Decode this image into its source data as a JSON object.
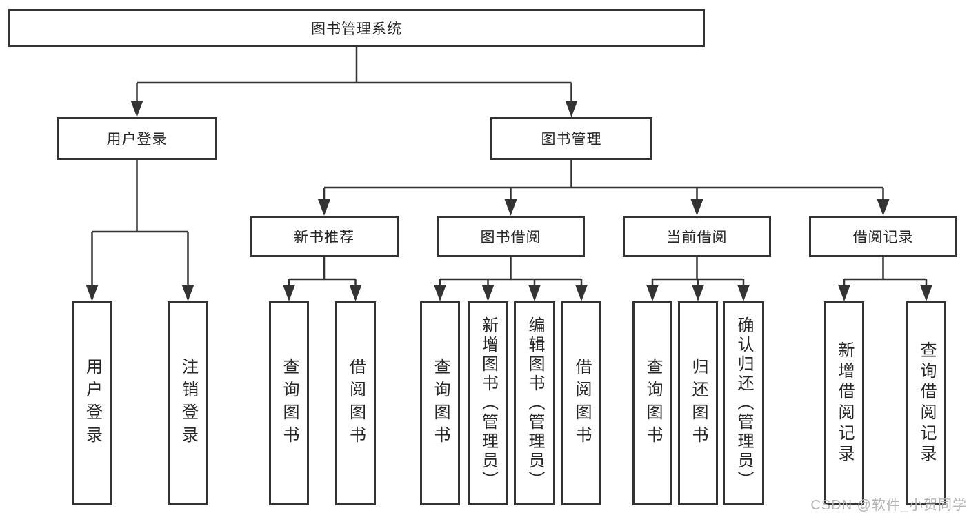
{
  "diagram_title": "图书管理系统",
  "nodes": {
    "root": {
      "label": "图书管理系统"
    },
    "user_login": {
      "label": "用户登录"
    },
    "book_mgmt": {
      "label": "图书管理"
    },
    "new_book_rec": {
      "label": "新书推荐"
    },
    "book_borrow": {
      "label": "图书借阅"
    },
    "current_borrow": {
      "label": "当前借阅"
    },
    "borrow_records": {
      "label": "借阅记录"
    },
    "ul_login": {
      "label": "用户登录"
    },
    "ul_logout": {
      "label": "注销登录"
    },
    "nbr_query_books": {
      "label": "查询图书"
    },
    "nbr_borrow_books": {
      "label": "借阅图书"
    },
    "bb_query_books": {
      "label": "查询图书"
    },
    "bb_add_books": {
      "label": "新增图书（管理员）"
    },
    "bb_edit_books": {
      "label": "编辑图书（管理员）"
    },
    "bb_borrow_books": {
      "label": "借阅图书"
    },
    "cb_query_books": {
      "label": "查询图书"
    },
    "cb_return_books": {
      "label": "归还图书"
    },
    "cb_confirm_return": {
      "label": "确认归还（管理员）"
    },
    "br_add_record": {
      "label": "新增借阅记录"
    },
    "br_query_record": {
      "label": "查询借阅记录"
    }
  },
  "watermark": {
    "text": "CSDN @软件_小贺同学"
  },
  "colors": {
    "line": "#333333",
    "text": "#262626",
    "watermark": "#b3b3b3",
    "background": "#ffffff"
  }
}
